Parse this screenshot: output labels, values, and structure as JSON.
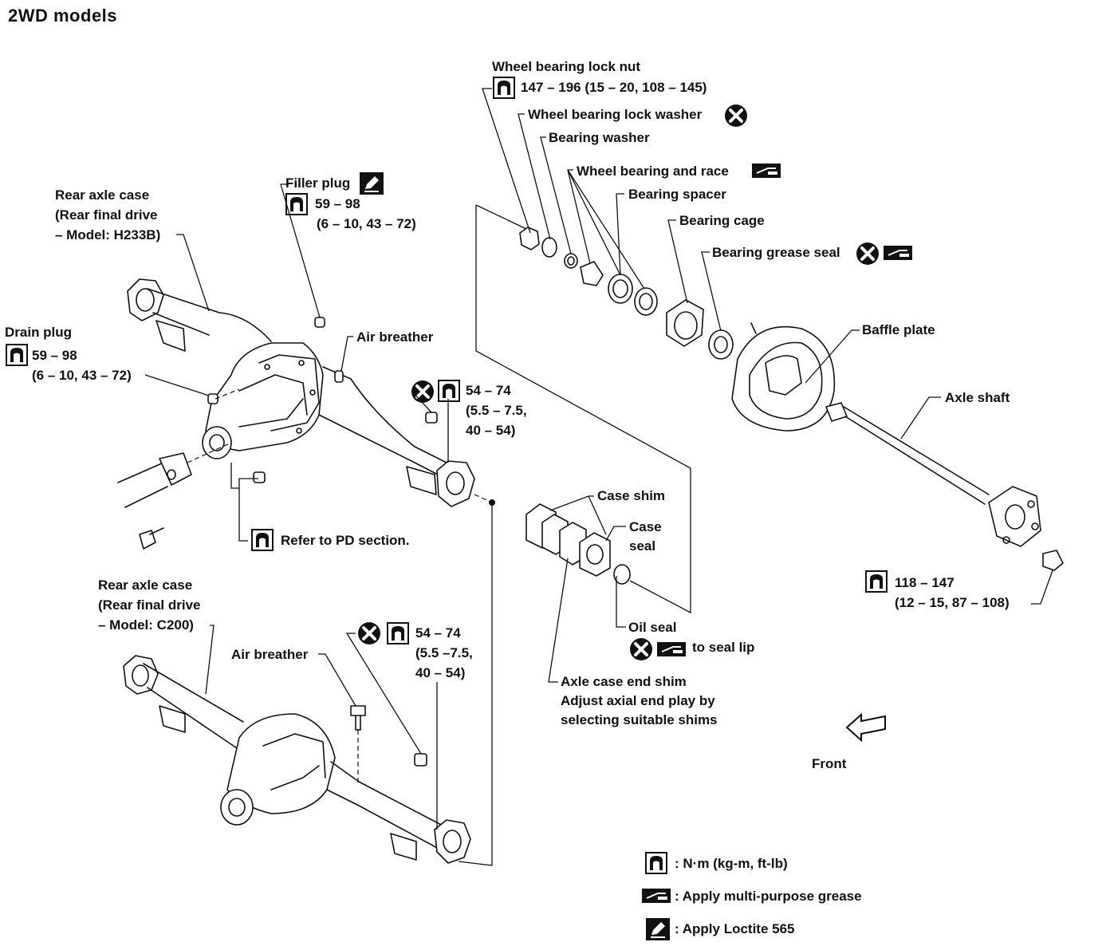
{
  "title": "2WD  models",
  "labels": {
    "wheel_bearing_lock_nut": "Wheel bearing lock nut",
    "lock_nut_torque": "147 – 196 (15 – 20, 108 – 145)",
    "wheel_bearing_lock_washer": "Wheel bearing lock washer",
    "bearing_washer": "Bearing washer",
    "wheel_bearing_and_race": "Wheel bearing and race",
    "bearing_spacer": "Bearing spacer",
    "bearing_cage": "Bearing cage",
    "bearing_grease_seal": "Bearing grease seal",
    "baffle_plate": "Baffle plate",
    "axle_shaft": "Axle shaft",
    "filler_plug": "Filler plug",
    "filler_torque_1": "59 – 98",
    "filler_torque_2": "(6 – 10, 43 – 72)",
    "rear_axle_h233b_1": "Rear axle case",
    "rear_axle_h233b_2": "(Rear final drive",
    "rear_axle_h233b_3": "– Model: H233B)",
    "drain_plug": "Drain plug",
    "drain_torque_1": "59 – 98",
    "drain_torque_2": "(6 – 10, 43 – 72)",
    "air_breather_top": "Air breather",
    "nut_torque_top_1": "54 – 74",
    "nut_torque_top_2": "(5.5 – 7.5,",
    "nut_torque_top_3": "40 – 54)",
    "refer_pd": "Refer to PD section.",
    "case_shim": "Case shim",
    "case_seal_1": "Case",
    "case_seal_2": "seal",
    "hub_torque_1": "118 – 147",
    "hub_torque_2": "(12 – 15, 87 – 108)",
    "rear_axle_c200_1": "Rear axle case",
    "rear_axle_c200_2": "(Rear final drive",
    "rear_axle_c200_3": "– Model: C200)",
    "air_breather_bottom": "Air breather",
    "nut_torque_bottom_1": "54 – 74",
    "nut_torque_bottom_2": "(5.5 –7.5,",
    "nut_torque_bottom_3": "40 – 54)",
    "oil_seal": "Oil seal",
    "oil_seal_note": "to seal lip",
    "axle_end_shim_1": "Axle case end shim",
    "axle_end_shim_2": "Adjust axial end play by",
    "axle_end_shim_3": "selecting suitable shims",
    "front": "Front"
  },
  "legend": {
    "torque": ": N·m (kg-m, ft-lb)",
    "grease": ": Apply multi-purpose grease",
    "loctite": ": Apply Loctite 565"
  },
  "icons": {
    "torque": "torque-wrench-icon",
    "replace": "do-not-reuse-x-icon",
    "grease": "grease-icon",
    "loctite": "loctite-icon"
  }
}
